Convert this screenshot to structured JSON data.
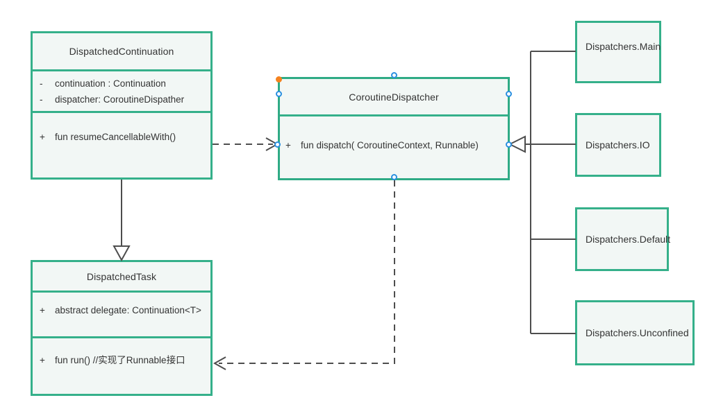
{
  "diagram": {
    "type": "uml-class-diagram",
    "colors": {
      "node_border": "#35b08a",
      "node_fill": "#f2f7f5",
      "edge": "#4d4d4d",
      "handle": "#2a8fe0",
      "anchor_dot": "#f5821f",
      "text": "#333333",
      "background": "#ffffff"
    },
    "classes": [
      {
        "id": "dispatched-continuation",
        "name": "DispatchedContinuation",
        "selected": false,
        "attributes": [
          {
            "visibility": "-",
            "signature": "continuation : Continuation"
          },
          {
            "visibility": "-",
            "signature": "dispatcher: CoroutineDispather"
          }
        ],
        "operations": [
          {
            "visibility": "+",
            "signature": "fun resumeCancellableWith()"
          }
        ]
      },
      {
        "id": "dispatched-task",
        "name": "DispatchedTask",
        "selected": false,
        "attributes": [
          {
            "visibility": "+",
            "signature": "abstract delegate: Continuation<T>"
          }
        ],
        "operations": [
          {
            "visibility": "+",
            "signature": "fun run()  //实现了Runnable接口"
          }
        ]
      },
      {
        "id": "coroutine-dispatcher",
        "name": "CoroutineDispatcher",
        "selected": true,
        "attributes": [],
        "operations": [
          {
            "visibility": "+",
            "signature": "fun dispatch( CoroutineContext, Runnable)"
          }
        ]
      }
    ],
    "subclasses": [
      {
        "id": "dispatchers-main",
        "label": "Dispatchers.Main"
      },
      {
        "id": "dispatchers-io",
        "label": "Dispatchers.IO"
      },
      {
        "id": "dispatchers-default",
        "label": "Dispatchers.Default"
      },
      {
        "id": "dispatchers-unconfined",
        "label": "Dispatchers.Unconfined"
      }
    ],
    "relations": [
      {
        "id": "rel-continuation-uses-dispatcher",
        "kind": "dependency",
        "style": "dashed",
        "arrowhead": "open",
        "from": "dispatched-continuation",
        "to": "coroutine-dispatcher"
      },
      {
        "id": "rel-continuation-extends-task",
        "kind": "generalization",
        "style": "solid",
        "arrowhead": "hollow-triangle",
        "from": "dispatched-continuation",
        "to": "dispatched-task"
      },
      {
        "id": "rel-dispatcher-dispatches-task",
        "kind": "dependency",
        "style": "dashed",
        "arrowhead": "open",
        "from": "coroutine-dispatcher",
        "to": "dispatched-task"
      },
      {
        "id": "rel-main-extends-dispatcher",
        "kind": "generalization",
        "style": "solid",
        "arrowhead": "hollow-triangle",
        "from": "dispatchers-main",
        "to": "coroutine-dispatcher"
      },
      {
        "id": "rel-io-extends-dispatcher",
        "kind": "generalization",
        "style": "solid",
        "arrowhead": "hollow-triangle",
        "from": "dispatchers-io",
        "to": "coroutine-dispatcher"
      },
      {
        "id": "rel-default-extends-dispatcher",
        "kind": "generalization",
        "style": "solid",
        "arrowhead": "hollow-triangle",
        "from": "dispatchers-default",
        "to": "coroutine-dispatcher"
      },
      {
        "id": "rel-unconfined-extends-dispatcher",
        "kind": "generalization",
        "style": "solid",
        "arrowhead": "hollow-triangle",
        "from": "dispatchers-unconfined",
        "to": "coroutine-dispatcher"
      }
    ]
  }
}
